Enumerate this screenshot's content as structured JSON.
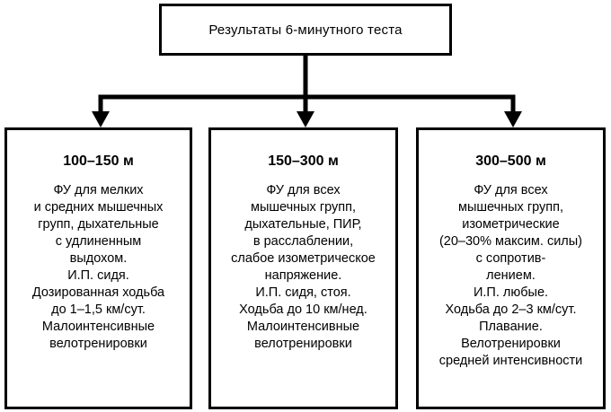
{
  "root": {
    "title": "Результаты 6-минутного теста"
  },
  "columns": [
    {
      "heading": "100–150 м",
      "lines": [
        "ФУ для мелких",
        "и средних мышечных",
        "групп, дыхательные",
        "с удлиненным",
        "выдохом.",
        "И.П. сидя.",
        "Дозированная ходьба",
        "до 1–1,5 км/сут.",
        "Малоинтенсивные",
        "велотренировки"
      ]
    },
    {
      "heading": "150–300 м",
      "lines": [
        "ФУ для всех",
        "мышечных групп,",
        "дыхательные, ПИР,",
        "в расслаблении,",
        "слабое изометрическое",
        "напряжение.",
        "И.П. сидя, стоя.",
        "Ходьба до 10 км/нед.",
        "Малоинтенсивные",
        "велотренировки"
      ]
    },
    {
      "heading": "300–500 м",
      "lines": [
        "ФУ для всех",
        "мышечных групп,",
        "изометрические",
        "(20–30% максим. силы)",
        "с сопротив-",
        "лением.",
        "И.П. любые.",
        "Ходьба до 2–3 км/сут.",
        "Плавание.",
        "Велотренировки",
        "средней интенсивности"
      ]
    }
  ]
}
